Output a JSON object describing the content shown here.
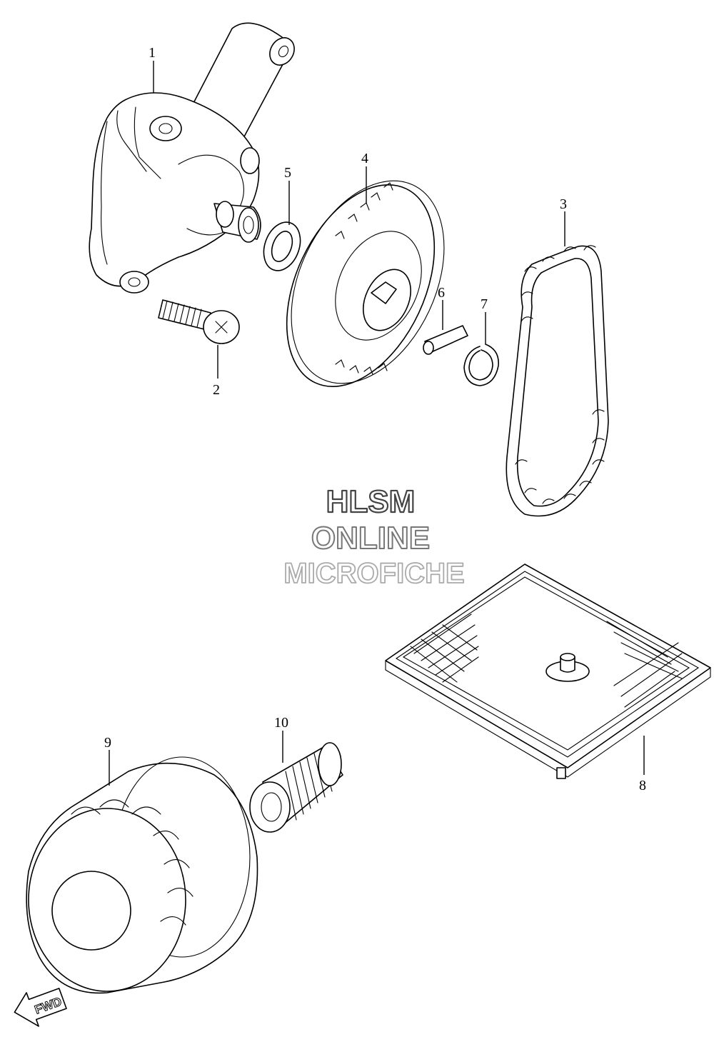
{
  "watermark": {
    "line1": "HLSM",
    "line2": "ONLINE",
    "line3": "MICROFICHE",
    "color_line1": "#444444",
    "color_line2": "#777777",
    "color_line3": "#aaaaaa"
  },
  "parts": [
    {
      "id": "1",
      "label": "1",
      "name": "oil-pump-body"
    },
    {
      "id": "2",
      "label": "2",
      "name": "bolt"
    },
    {
      "id": "3",
      "label": "3",
      "name": "drive-chain"
    },
    {
      "id": "4",
      "label": "4",
      "name": "driven-gear"
    },
    {
      "id": "5",
      "label": "5",
      "name": "washer"
    },
    {
      "id": "6",
      "label": "6",
      "name": "pin"
    },
    {
      "id": "7",
      "label": "7",
      "name": "circlip"
    },
    {
      "id": "8",
      "label": "8",
      "name": "oil-strainer"
    },
    {
      "id": "9",
      "label": "9",
      "name": "oil-filter"
    },
    {
      "id": "10",
      "label": "10",
      "name": "union"
    }
  ],
  "fwd": {
    "label": "FWD",
    "icon": "fwd-arrow-icon"
  }
}
